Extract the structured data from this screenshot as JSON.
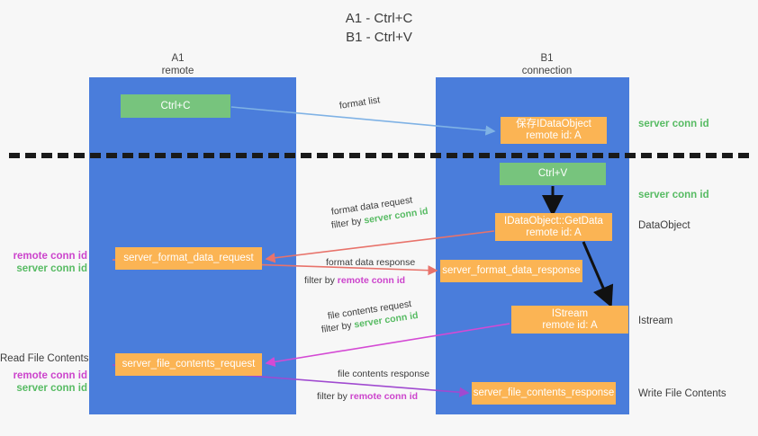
{
  "title": {
    "line1": "A1 - Ctrl+C",
    "line2": "B1 - Ctrl+V"
  },
  "columns": {
    "a1": {
      "name": "A1",
      "role": "remote"
    },
    "b1": {
      "name": "B1",
      "role": "connection"
    }
  },
  "boxes": {
    "ctrl_c": {
      "label": "Ctrl+C"
    },
    "ctrl_v": {
      "label": "Ctrl+V"
    },
    "idataobject": {
      "line1": "保存IDataObject",
      "line2": "remote id: A"
    },
    "getdata": {
      "line1": "IDataObject::GetData",
      "line2": "remote id: A"
    },
    "istream": {
      "line1": "IStream",
      "line2": "remote id: A"
    },
    "server_format_data_request": {
      "label": "server_format_data_request"
    },
    "server_format_data_response": {
      "label": "server_format_data_response"
    },
    "server_file_contents_request": {
      "label": "server_file_contents_request"
    },
    "server_file_contents_response": {
      "label": "server_file_contents_response"
    }
  },
  "right_labels": {
    "server_conn_id_top": "server conn id",
    "server_conn_id_mid": "server conn id",
    "dataobject": "DataObject",
    "istream": "Istream",
    "write_file_contents": "Write File Contents"
  },
  "left_labels": {
    "remote_conn_id_1": "remote conn id",
    "server_conn_id_1": "server conn id",
    "read_file_contents": "Read File Contents",
    "remote_conn_id_2": "remote conn id",
    "server_conn_id_2": "server conn id"
  },
  "edge_labels": {
    "format_list": "format list",
    "format_data_request": "format data request",
    "format_data_request_filter_prefix": "filter by ",
    "format_data_request_filter_value": "server conn id",
    "format_data_response": "format data response",
    "format_data_response_filter_prefix": "filter by ",
    "format_data_response_filter_value": "remote conn id",
    "file_contents_request": "file contents request",
    "file_contents_request_filter_prefix": "filter by ",
    "file_contents_request_filter_value": "server conn id",
    "file_contents_response": "file contents response",
    "file_contents_response_filter_prefix": "filter by ",
    "file_contents_response_filter_value": "remote conn id"
  },
  "colors": {
    "lane": "#4a7ddb",
    "green_box": "#77c47d",
    "orange_box": "#fbb454",
    "server_conn_id": "#57bb63",
    "remote_conn_id": "#cc44cc",
    "arrow_blue": "#7fb2e5",
    "arrow_red": "#e8736b",
    "arrow_magenta": "#d44ad4",
    "arrow_purple": "#a04ad0",
    "arrow_black": "#111111",
    "divider": "#1a1a1a"
  }
}
